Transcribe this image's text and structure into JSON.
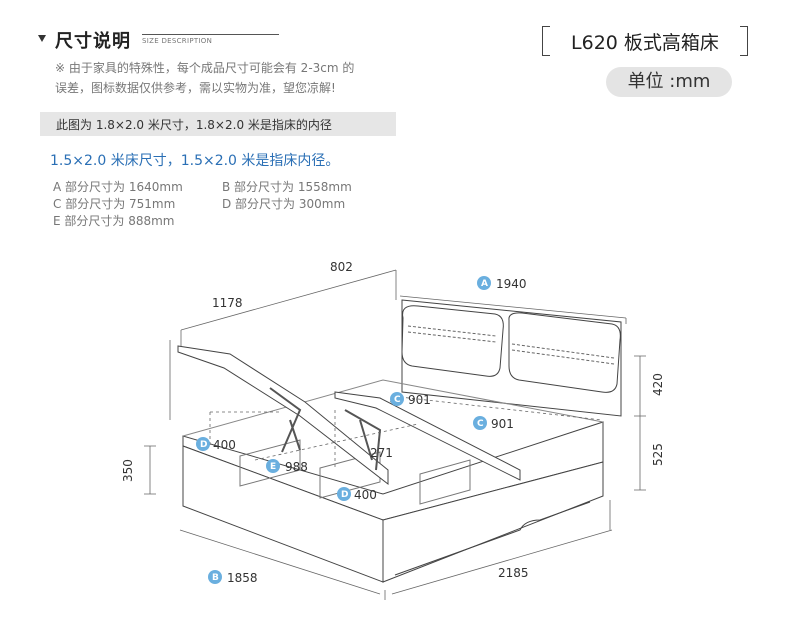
{
  "header": {
    "section_title": "尺寸说明",
    "section_subtitle": "SIZE DESCRIPTION",
    "product_title": "L620 板式高箱床",
    "unit_label": "单位 :mm"
  },
  "notes": {
    "disclaimer_line1": "※ 由于家具的特殊性，每个成品尺寸可能会有 2-3cm 的",
    "disclaimer_line2": "误差，图标数据仅供参考，需以实物为准，望您凉解!",
    "image_spec": "此图为 1.8×2.0 米尺寸，1.8×2.0 米是指床的内径",
    "alt_spec": "1.5×2.0 米床尺寸，1.5×2.0 米是指床内径。"
  },
  "part_sizes": {
    "a": "A 部分尺寸为 1640mm",
    "b": "B 部分尺寸为 1558mm",
    "c": "C 部分尺寸为 751mm",
    "d": "D 部分尺寸为 300mm",
    "e": "E 部分尺寸为 888mm"
  },
  "dimensions": {
    "top_depth": "802",
    "left_length": "1178",
    "a_value": "1940",
    "headboard_height": "420",
    "c_upper": "901",
    "c_lower": "901",
    "box_height": "525",
    "d_left": "400",
    "d_center": "400",
    "lift_height": "271",
    "e_value": "988",
    "side_height": "350",
    "b_value": "1858",
    "total_length": "2185"
  },
  "badges": {
    "a": "A",
    "b": "B",
    "c": "C",
    "d": "D",
    "e": "E"
  },
  "colors": {
    "badge_blue": "#6aafdf",
    "accent_blue": "#2a6fb5",
    "line": "#444444"
  }
}
